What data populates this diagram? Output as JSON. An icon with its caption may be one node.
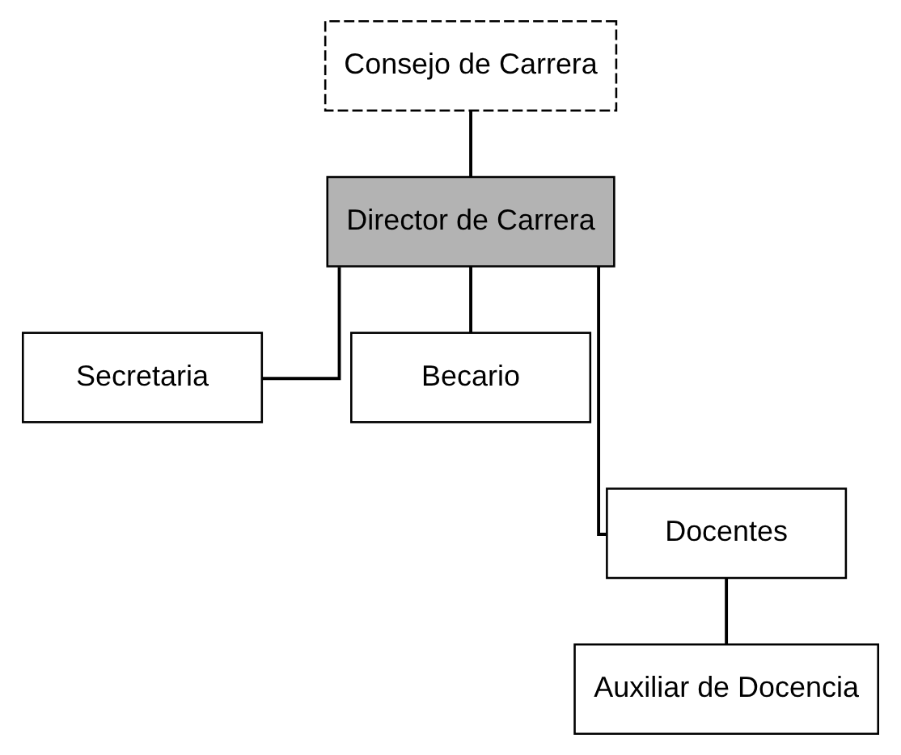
{
  "diagram": {
    "nodes": [
      {
        "text": [
          "Consejo de Carrera"
        ]
      },
      {
        "text": [
          "Director de Carrera"
        ]
      },
      {
        "text": [
          "Secretaria"
        ]
      },
      {
        "text": [
          "Becario"
        ]
      },
      {
        "text": [
          "Docentes"
        ]
      },
      {
        "text": [
          "Auxiliar de Docencia"
        ]
      }
    ],
    "edges": [
      {
        "from": 0,
        "to": 1,
        "arrow": "none"
      },
      {
        "from": 1,
        "to": 2,
        "arrow": "none"
      },
      {
        "from": 1,
        "to": 3,
        "arrow": "none"
      },
      {
        "from": 1,
        "to": 4,
        "arrow": "none"
      },
      {
        "from": 4,
        "to": 5,
        "arrow": "none"
      }
    ]
  }
}
